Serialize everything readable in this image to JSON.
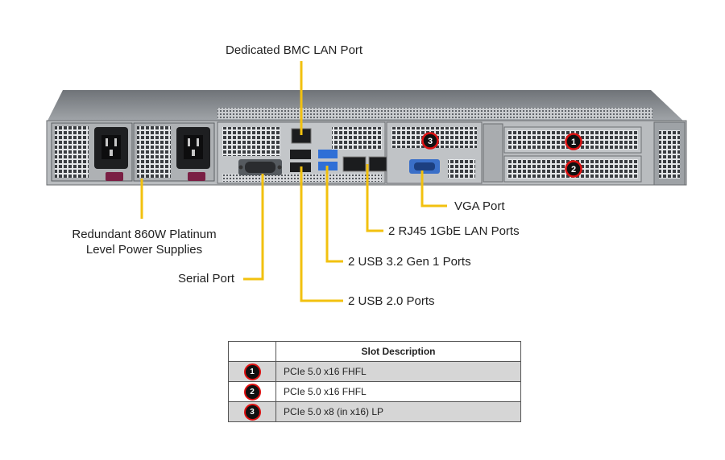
{
  "labels": {
    "bmc": "Dedicated BMC LAN Port",
    "psu_line1": "Redundant  860W Platinum",
    "psu_line2": "Level Power Supplies",
    "serial": "Serial Port",
    "usb2": "2 USB 2.0 Ports",
    "usb3": "2 USB 3.2 Gen 1 Ports",
    "lan": "2 RJ45 1GbE LAN Ports",
    "vga": "VGA Port"
  },
  "callouts": [
    "1",
    "2",
    "3"
  ],
  "table": {
    "header": "Slot Description",
    "rows": [
      {
        "num": "1",
        "desc": "PCIe 5.0 x16 FHFL"
      },
      {
        "num": "2",
        "desc": "PCIe 5.0 x16 FHFL"
      },
      {
        "num": "3",
        "desc": "PCIe 5.0 x8 (in x16) LP"
      }
    ]
  },
  "colors": {
    "leader": "#f2c10f",
    "chassis": "#8f9398",
    "badge_ring": "#dd1111",
    "usb3": "#2f6fd6",
    "vga": "#3a6fc8"
  }
}
